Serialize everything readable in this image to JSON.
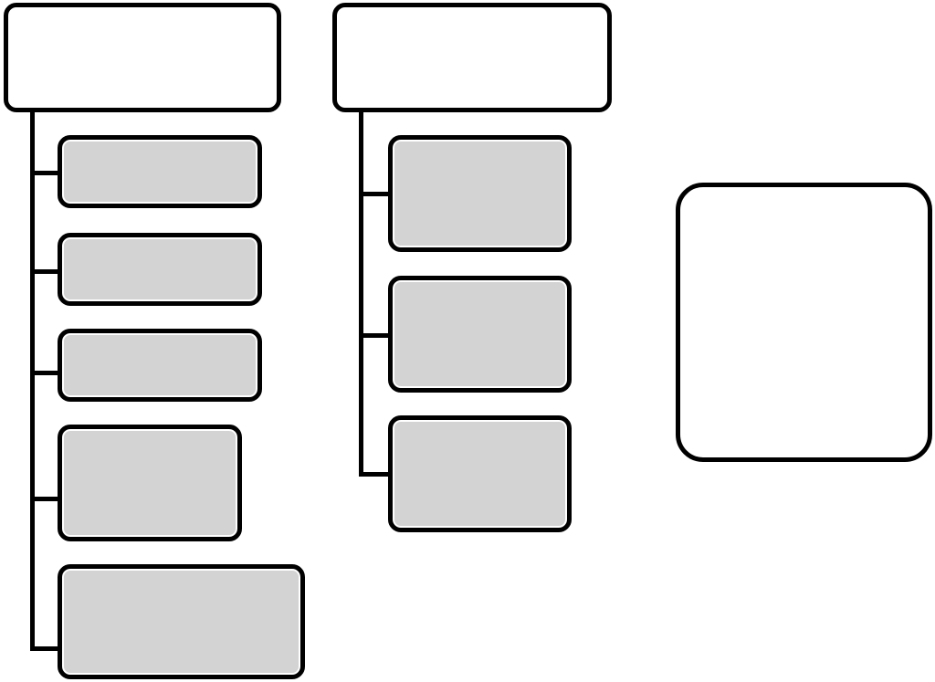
{
  "diagram": {
    "kind": "hierarchy-template",
    "colors": {
      "outline": "#000000",
      "header_fill": "#ffffff",
      "child_fill": "#d3d3d3",
      "background": "#ffffff"
    },
    "groups": [
      {
        "id": "left",
        "header": "",
        "children": [
          "",
          "",
          "",
          "",
          ""
        ]
      },
      {
        "id": "middle",
        "header": "",
        "children": [
          "",
          "",
          ""
        ]
      }
    ],
    "standalone": ""
  }
}
